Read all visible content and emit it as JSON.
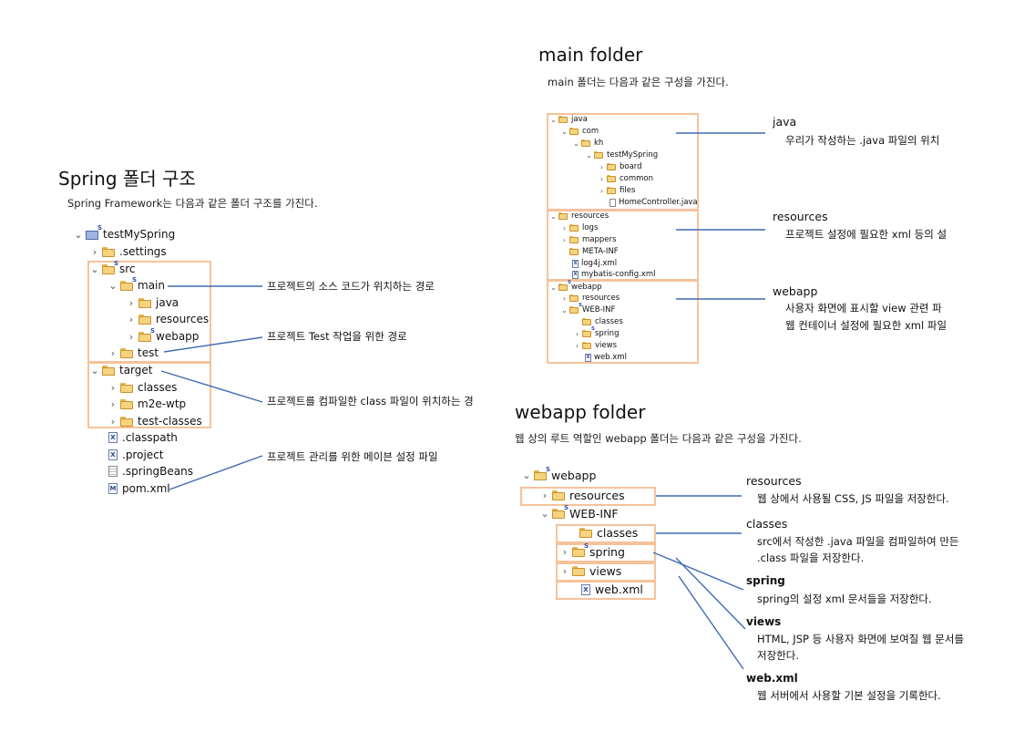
{
  "main_folder": {
    "title": "main folder",
    "subtitle": "main 폴더는 다음과 같은 구성을 가진다.",
    "tree": {
      "java": "java",
      "com": "com",
      "kh": "kh",
      "testMySpring": "testMySpring",
      "board": "board",
      "common": "common",
      "files": "files",
      "home_controller": "HomeController.java",
      "resources": "resources",
      "logs": "logs",
      "mappers": "mappers",
      "meta_inf": "META-INF",
      "log4j": "log4j.xml",
      "mybatis": "mybatis-config.xml",
      "webapp": "webapp",
      "resources2": "resources",
      "web_inf": "WEB-INF",
      "classes": "classes",
      "spring": "spring",
      "views": "views",
      "web_xml": "web.xml"
    },
    "annotations": {
      "java_title": "java",
      "java_desc": "우리가 작성하는 .java 파일의 위치",
      "resources_title": "resources",
      "resources_desc": "프로젝트 설정에 필요한 xml 등의 설",
      "webapp_title": "webapp",
      "webapp_desc1": "사용자 화면에 표시할 view 관련 파",
      "webapp_desc2": "웹 컨테이너 설정에 필요한 xml 파일"
    }
  },
  "spring_structure": {
    "title": "Spring 폴더 구조",
    "subtitle": "Spring Framework는 다음과 같은 폴더 구조를 가진다.",
    "tree": {
      "project": "testMySpring",
      "settings": ".settings",
      "src": "src",
      "main": "main",
      "java": "java",
      "resources": "resources",
      "webapp": "webapp",
      "test": "test",
      "target": "target",
      "classes": "classes",
      "m2e_wtp": "m2e-wtp",
      "test_classes": "test-classes",
      "classpath": ".classpath",
      "project_file": ".project",
      "spring_beans": ".springBeans",
      "pom": "pom.xml"
    },
    "annotations": {
      "main": "프로젝트의 소스 코드가 위치하는 경로",
      "test": "프로젝트 Test 작업을 위한 경로",
      "target": "프로젝트를 컴파일한 class 파일이 위치하는 경",
      "pom": "프로젝트 관리를 위한 메이븐 설정 파일"
    }
  },
  "webapp_folder": {
    "title": "webapp folder",
    "subtitle": "웹 상의 루트 역할인 webapp 폴더는 다음과 같은 구성을 가진다.",
    "tree": {
      "webapp": "webapp",
      "resources": "resources",
      "web_inf": "WEB-INF",
      "classes": "classes",
      "spring": "spring",
      "views": "views",
      "web_xml": "web.xml"
    },
    "annotations": {
      "resources_title": "resources",
      "resources_desc": "웹 상에서 사용될 CSS, JS 파일을 저장한다.",
      "classes_title": "classes",
      "classes_desc1": "src에서 작성한 .java 파일을 컴파일하여 만든",
      "classes_desc2": ".class 파일을 저장한다.",
      "spring_title": "spring",
      "spring_desc": "spring의 설정 xml 문서들을 저장한다.",
      "views_title": "views",
      "views_desc1": "HTML, JSP 등 사용자 화면에 보여질 웹 문서를",
      "views_desc2": "저장한다.",
      "web_xml_title": "web.xml",
      "web_xml_desc": "웹 서버에서 사용할 기본 설정을 기록한다."
    }
  },
  "colors": {
    "box_border": "#f6c29a",
    "line": "#3f6ab0",
    "folder": "#f6d37d"
  }
}
